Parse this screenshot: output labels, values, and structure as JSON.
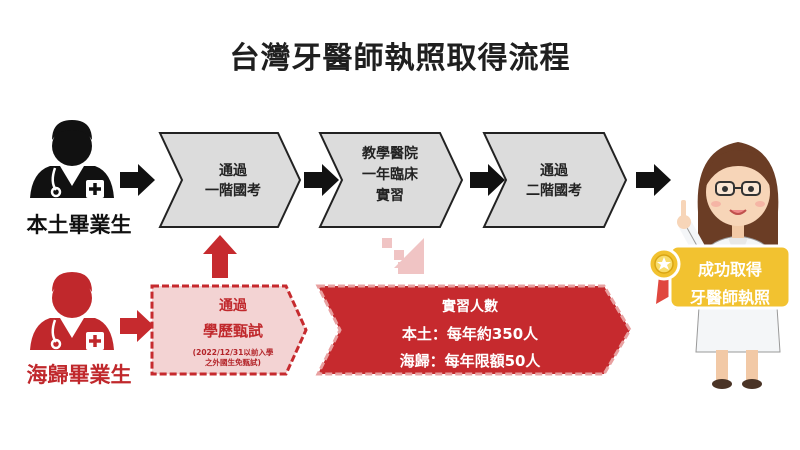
{
  "title": "台灣牙醫師執照取得流程",
  "tracks": {
    "local_label": "本土畢業生",
    "overseas_label": "海歸畢業生"
  },
  "steps": {
    "exam1": [
      "通過",
      "一階國考"
    ],
    "internship": [
      "教學醫院",
      "一年臨床",
      "實習"
    ],
    "exam2": [
      "通過",
      "二階國考"
    ]
  },
  "overseas_step": {
    "line1": "通過",
    "line2": "學歷甄試",
    "note1": "(2022/12/31以前入學",
    "note2": "之外國生免甄試)"
  },
  "quota": {
    "title": "實習人數",
    "local": "本土：每年約350人",
    "overseas": "海歸：每年限額50人"
  },
  "badge": {
    "line1": "成功取得",
    "line2": "牙醫師執照"
  },
  "colors": {
    "chevron_gray": "#dcdcdc",
    "red": "#c62a2e",
    "red_light": "#f3d3d3",
    "gold": "#f2c230",
    "dark": "#1f1f1f"
  },
  "icons": [
    "doctor-icon",
    "arrow-right-icon",
    "arrow-up-icon",
    "arrow-down-icon",
    "medal-icon"
  ]
}
